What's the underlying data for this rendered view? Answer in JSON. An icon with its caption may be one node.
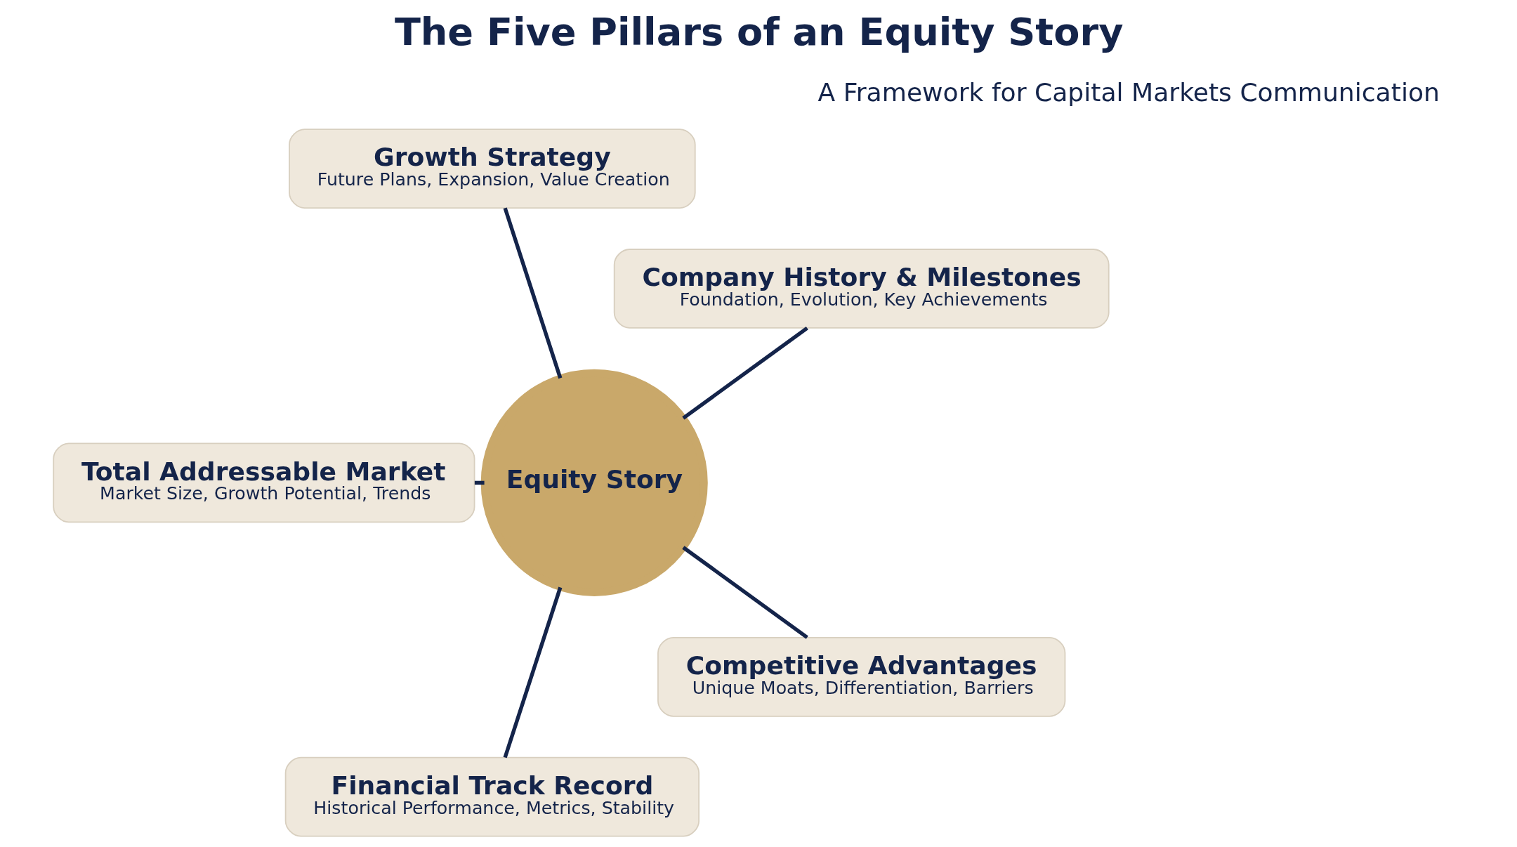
{
  "diagram": {
    "title": "The Five Pillars of an Equity Story",
    "nodes": [
      {
        "text": [
          "Equity Story"
        ]
      },
      {
        "text": [
          "Company History & Milestones",
          "Foundation, Evolution, Key Achievements"
        ]
      },
      {
        "text": [
          "Growth Strategy",
          "Future Plans, Expansion, Value Creation"
        ]
      },
      {
        "text": [
          "Total Addressable Market",
          "Market Size, Growth Potential, Trends"
        ]
      },
      {
        "text": [
          "Financial Track Record",
          "Historical Performance, Metrics, Stability"
        ]
      },
      {
        "text": [
          "Competitive Advantages",
          "Unique Moats, Differentiation, Barriers"
        ]
      }
    ],
    "edges": [
      {
        "from": 0,
        "to": 1,
        "arrow": "none"
      },
      {
        "from": 0,
        "to": 2,
        "arrow": "none"
      },
      {
        "from": 0,
        "to": 3,
        "arrow": "none"
      },
      {
        "from": 0,
        "to": 4,
        "arrow": "none"
      },
      {
        "from": 0,
        "to": 5,
        "arrow": "none"
      }
    ],
    "labels": [
      "A Framework for Capital Markets Communication"
    ]
  }
}
